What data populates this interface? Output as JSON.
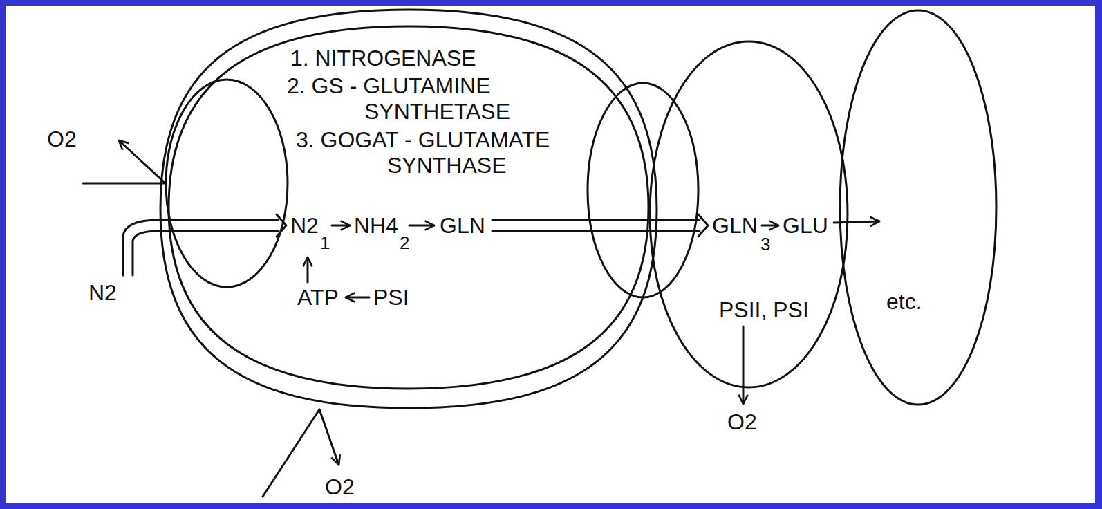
{
  "diagram": {
    "nodes": [
      {
        "text": [
          "1. NITROGENASE",
          "2. GS - GLUTAMINE SYNTHETASE",
          "3. GOGAT - GLUTAMATE SYNTHASE",
          "N2",
          "NH4",
          "GLN",
          "ATP",
          "PSI"
        ]
      },
      {
        "text": [
          "GLN",
          "GLU",
          "PSII, PSI"
        ]
      },
      {
        "text": [
          "etc."
        ]
      }
    ],
    "labels": [
      "O2",
      "N2",
      "1",
      "2",
      "3",
      "O2",
      "O2"
    ]
  }
}
